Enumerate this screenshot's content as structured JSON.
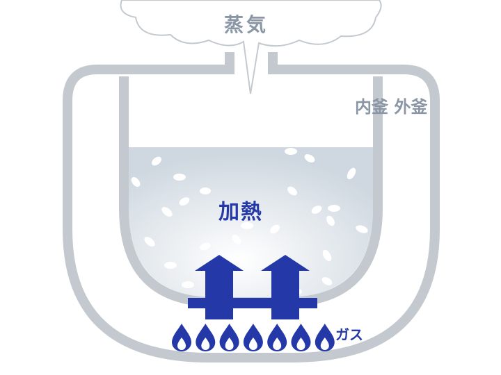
{
  "labels": {
    "steam": "蒸気",
    "pots": "内釜 外釜",
    "heating": "加熱",
    "gas": "ガス"
  },
  "colors": {
    "pot": "#c3c9cf",
    "label_gray": "#8a96a6",
    "blue": "#2438a8"
  }
}
